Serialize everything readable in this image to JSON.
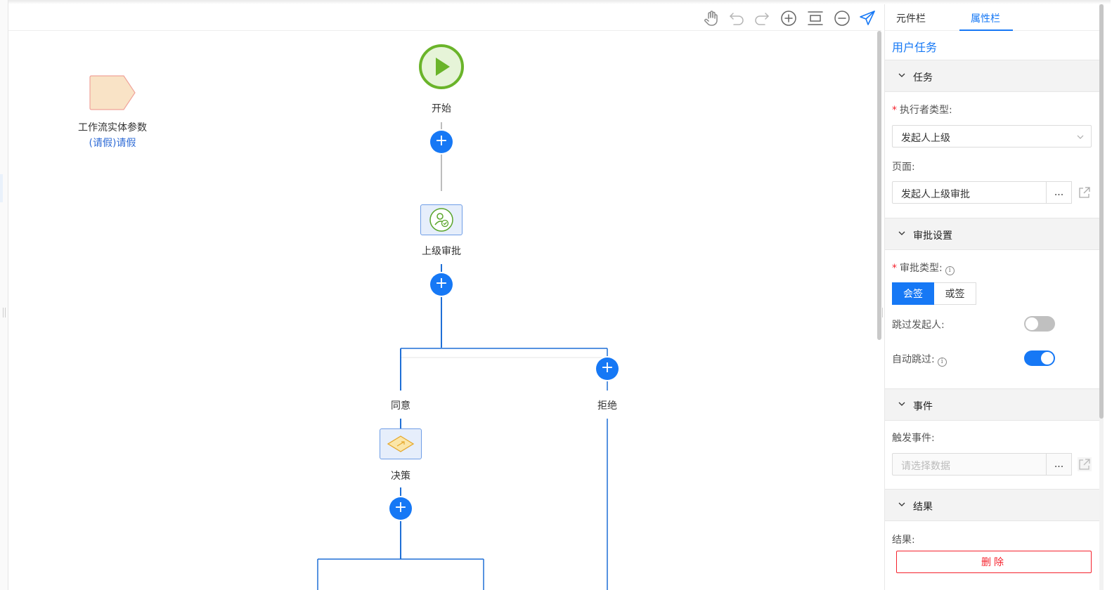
{
  "toolbar": {
    "tools": [
      {
        "name": "hand-tool",
        "icon": "hand-icon"
      },
      {
        "name": "undo",
        "icon": "undo-icon"
      },
      {
        "name": "redo",
        "icon": "redo-icon"
      },
      {
        "name": "zoom-in",
        "icon": "zoom-in-icon"
      },
      {
        "name": "fit",
        "icon": "fit-icon"
      },
      {
        "name": "zoom-out",
        "icon": "zoom-out-icon"
      },
      {
        "name": "publish",
        "icon": "send-icon"
      }
    ]
  },
  "flow": {
    "entity": {
      "title": "工作流实体参数",
      "sub": "(请假)请假"
    },
    "start_label": "开始",
    "approval_label": "上级审批",
    "branch_agree": "同意",
    "branch_reject": "拒绝",
    "decision_label": "决策"
  },
  "panel": {
    "tabs": {
      "components": "元件栏",
      "properties": "属性栏"
    },
    "title": "用户任务",
    "task_section": {
      "heading": "任务",
      "executor_label": "执行者类型:",
      "executor_value": "发起人上级",
      "page_label": "页面:",
      "page_value": "发起人上级审批",
      "ellipsis": "..."
    },
    "approval_section": {
      "heading": "审批设置",
      "type_label": "审批类型:",
      "type_options": [
        "会签",
        "或签"
      ],
      "skip_initiator_label": "跳过发起人:",
      "skip_initiator": false,
      "auto_skip_label": "自动跳过:",
      "auto_skip": true
    },
    "event_section": {
      "heading": "事件",
      "trigger_label": "触发事件:",
      "trigger_placeholder": "请选择数据",
      "ellipsis": "..."
    },
    "result_section": {
      "heading": "结果",
      "result_label": "结果:"
    },
    "delete_label": "删除"
  },
  "colors": {
    "accent": "#1678f5",
    "start_green": "#6ab42a",
    "danger": "#f5222d"
  }
}
